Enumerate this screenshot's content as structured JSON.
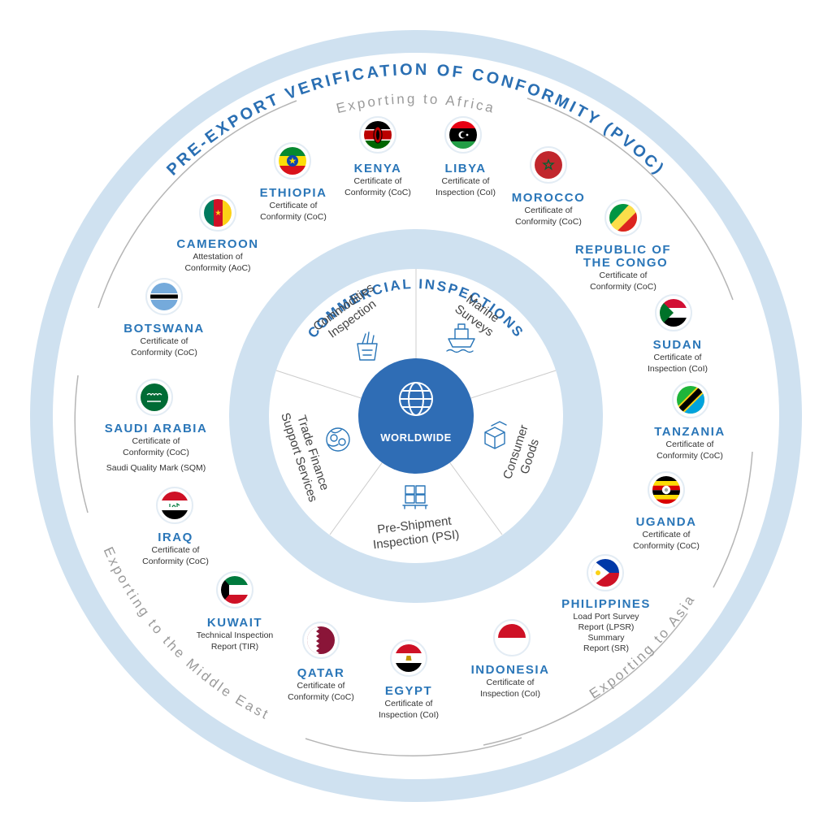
{
  "diagram": {
    "outer_title": "PRE-EXPORT VERIFICATION OF CONFORMITY (PVOC)",
    "regions": {
      "africa": "Exporting to Africa",
      "middle_east": "Exporting to the Middle East",
      "asia": "Exporting to Asia"
    },
    "inner_title": "COMMERCIAL INSPECTIONS",
    "center_label": "WORLDWIDE",
    "segments": {
      "commodities": [
        "Commodities",
        "Inspection"
      ],
      "marine": [
        "Marine",
        "Surveys"
      ],
      "consumer": [
        "Consumer",
        "Goods"
      ],
      "psi": [
        "Pre-Shipment",
        "Inspection (PSI)"
      ],
      "trade": [
        "Trade Finance",
        "Support Services"
      ]
    },
    "countries": [
      {
        "name": "KENYA",
        "desc": [
          "Certificate of",
          "Conformity (CoC)"
        ],
        "flag": "kenya"
      },
      {
        "name": "LIBYA",
        "desc": [
          "Certificate of",
          "Inspection (CoI)"
        ],
        "flag": "libya"
      },
      {
        "name": "ETHIOPIA",
        "desc": [
          "Certificate of",
          "Conformity (CoC)"
        ],
        "flag": "ethiopia"
      },
      {
        "name": "MOROCCO",
        "desc": [
          "Certificate of",
          "Conformity (CoC)"
        ],
        "flag": "morocco"
      },
      {
        "name": "CAMEROON",
        "desc": [
          "Attestation of",
          "Conformity (AoC)"
        ],
        "flag": "cameroon"
      },
      {
        "name": [
          "REPUBLIC OF",
          "THE CONGO"
        ],
        "desc": [
          "Certificate of",
          "Conformity (CoC)"
        ],
        "flag": "congo"
      },
      {
        "name": "BOTSWANA",
        "desc": [
          "Certificate of",
          "Conformity (CoC)"
        ],
        "flag": "botswana"
      },
      {
        "name": "SUDAN",
        "desc": [
          "Certificate of",
          "Inspection (CoI)"
        ],
        "flag": "sudan"
      },
      {
        "name": "SAUDI ARABIA",
        "desc": [
          "Certificate of",
          "Conformity (CoC)",
          "Saudi Quality Mark (SQM)"
        ],
        "flag": "saudi"
      },
      {
        "name": "TANZANIA",
        "desc": [
          "Certificate of",
          "Conformity (CoC)"
        ],
        "flag": "tanzania"
      },
      {
        "name": "IRAQ",
        "desc": [
          "Certificate of",
          "Conformity (CoC)"
        ],
        "flag": "iraq"
      },
      {
        "name": "UGANDA",
        "desc": [
          "Certificate of",
          "Conformity (CoC)"
        ],
        "flag": "uganda"
      },
      {
        "name": "KUWAIT",
        "desc": [
          "Technical Inspection",
          "Report (TIR)"
        ],
        "flag": "kuwait"
      },
      {
        "name": "PHILIPPINES",
        "desc": [
          "Load Port Survey",
          "Report (LPSR)",
          "Summary",
          "Report (SR)"
        ],
        "flag": "philippines"
      },
      {
        "name": "QATAR",
        "desc": [
          "Certificate of",
          "Conformity (CoC)"
        ],
        "flag": "qatar"
      },
      {
        "name": "EGYPT",
        "desc": [
          "Certificate of",
          "Inspection (CoI)"
        ],
        "flag": "egypt"
      },
      {
        "name": "INDONESIA",
        "desc": [
          "Certificate of",
          "Inspection (CoI)"
        ],
        "flag": "indonesia"
      }
    ],
    "colors": {
      "ring": "#cfe1f0",
      "accent": "#2a76b8",
      "center": "#2f6db5",
      "divider": "#b5b5b5"
    }
  }
}
